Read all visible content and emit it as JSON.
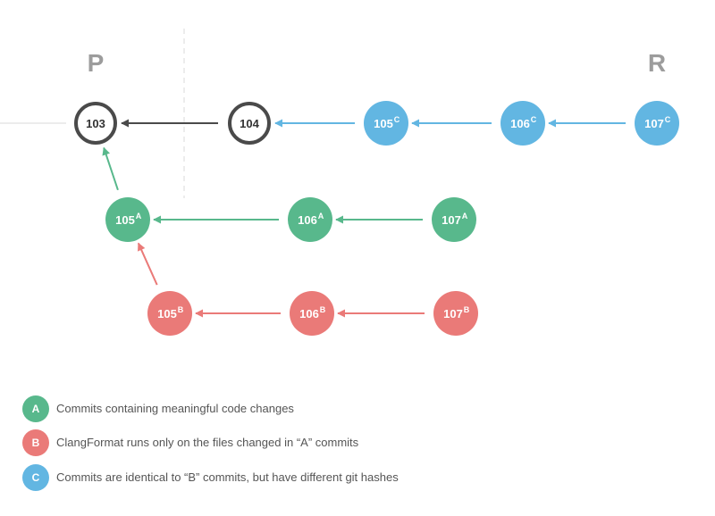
{
  "colors": {
    "A": "#58b88c",
    "B": "#ea7a78",
    "C": "#62b6e2",
    "base": "#4a4a4a",
    "heading": "#9c9c9c",
    "guide": "#d9d9d9",
    "legend_text": "#555555"
  },
  "headings": {
    "left": "P",
    "right": "R"
  },
  "nodes": [
    {
      "id": "n103",
      "label": "103",
      "sup": "",
      "kind": "base"
    },
    {
      "id": "n104",
      "label": "104",
      "sup": "",
      "kind": "base"
    },
    {
      "id": "n105C",
      "label": "105",
      "sup": "C",
      "kind": "C"
    },
    {
      "id": "n106C",
      "label": "106",
      "sup": "C",
      "kind": "C"
    },
    {
      "id": "n107C",
      "label": "107",
      "sup": "C",
      "kind": "C"
    },
    {
      "id": "n105A",
      "label": "105",
      "sup": "A",
      "kind": "A"
    },
    {
      "id": "n106A",
      "label": "106",
      "sup": "A",
      "kind": "A"
    },
    {
      "id": "n107A",
      "label": "107",
      "sup": "A",
      "kind": "A"
    },
    {
      "id": "n105B",
      "label": "105",
      "sup": "B",
      "kind": "B"
    },
    {
      "id": "n106B",
      "label": "106",
      "sup": "B",
      "kind": "B"
    },
    {
      "id": "n107B",
      "label": "107",
      "sup": "B",
      "kind": "B"
    }
  ],
  "edges": [
    {
      "from": "n104",
      "to": "n103",
      "kind": "base"
    },
    {
      "from": "n105C",
      "to": "n104",
      "kind": "C"
    },
    {
      "from": "n106C",
      "to": "n105C",
      "kind": "C"
    },
    {
      "from": "n107C",
      "to": "n106C",
      "kind": "C"
    },
    {
      "from": "n105A",
      "to": "n103",
      "kind": "A"
    },
    {
      "from": "n106A",
      "to": "n105A",
      "kind": "A"
    },
    {
      "from": "n107A",
      "to": "n106A",
      "kind": "A"
    },
    {
      "from": "n105B",
      "to": "n105A",
      "kind": "B"
    },
    {
      "from": "n106B",
      "to": "n105B",
      "kind": "B"
    },
    {
      "from": "n107B",
      "to": "n106B",
      "kind": "B"
    }
  ],
  "legend": [
    {
      "kind": "A",
      "badge": "A",
      "text": "Commits containing meaningful code changes"
    },
    {
      "kind": "B",
      "badge": "B",
      "text": "ClangFormat runs only on the files changed in “A” commits"
    },
    {
      "kind": "C",
      "badge": "C",
      "text": "Commits are identical to “B” commits, but have different git hashes"
    }
  ]
}
